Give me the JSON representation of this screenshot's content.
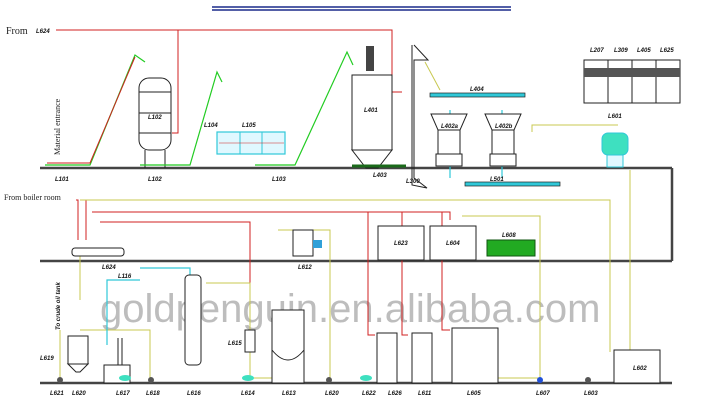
{
  "header": {
    "title_rule_color": "#1a2a8a"
  },
  "texts": {
    "from_top": "From",
    "from_top_tag": "L624",
    "material_entrance": "Material entrance",
    "from_boiler": "From boiler room",
    "to_crude": "To crude oil tank",
    "watermark": "goldpenguin.en.alibaba.com"
  },
  "labels": {
    "L101": "L101",
    "L102": "L102",
    "L103": "L103",
    "L104": "L104",
    "L105": "L105",
    "L401": "L401",
    "L403": "L403",
    "L300": "L300",
    "L404": "L404",
    "L402a": "L402a",
    "L402b": "L402b",
    "L501": "L501",
    "L601": "L601",
    "L207": "L207",
    "L309": "L309",
    "L405": "L405",
    "L625": "L625",
    "L624": "L624",
    "L612": "L612",
    "L623": "L623",
    "L604": "L604",
    "L608": "L608",
    "L116": "L116",
    "L619": "L619",
    "L621": "L621",
    "L620a": "L620",
    "L617": "L617",
    "L618": "L618",
    "L616": "L616",
    "L615": "L615",
    "L614": "L614",
    "L613": "L613",
    "L620b": "L620",
    "L622": "L622",
    "L626": "L626",
    "L611": "L611",
    "L605": "L605",
    "L607": "L607",
    "L603": "L603",
    "L602": "L602"
  },
  "colors": {
    "steam": "#d02020",
    "oil": "#c8c850",
    "conveyor": "#22cc22",
    "vapor": "#30c8d8"
  }
}
